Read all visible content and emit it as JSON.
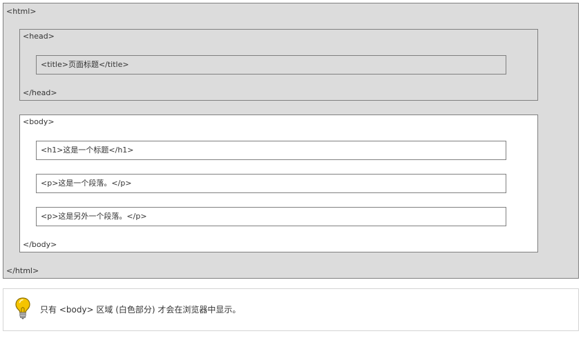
{
  "html_box": {
    "open_tag": "<html>",
    "close_tag": "</html>"
  },
  "head_box": {
    "open_tag": "<head>",
    "close_tag": "</head>",
    "title_element": "<title>页面标题</title>"
  },
  "body_box": {
    "open_tag": "<body>",
    "close_tag": "</body>",
    "elements": [
      "<h1>这是一个标题</h1>",
      "<p>这是一个段落。</p>",
      "<p>这是另外一个段落。</p>"
    ]
  },
  "note": {
    "icon": "lightbulb-icon",
    "text": "只有 <body> 区域 (白色部分) 才会在浏览器中显示。"
  },
  "colors": {
    "grey_area": "#dcdcdc",
    "white_area": "#ffffff",
    "border": "#7f7f7f",
    "bulb_yellow": "#f5c400"
  }
}
